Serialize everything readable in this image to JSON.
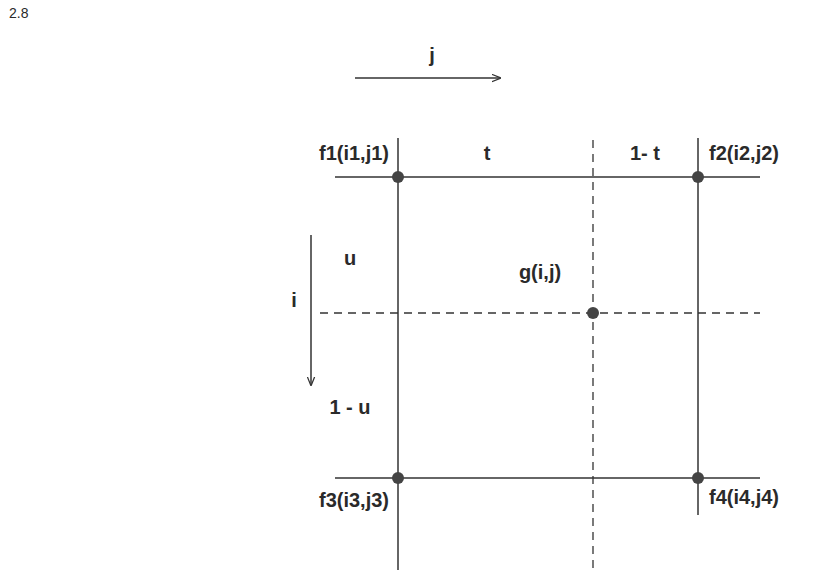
{
  "diagram": {
    "labels": [
      "2.8",
      "j",
      "f1(i1,j1)",
      "t",
      "1- t",
      "f2(i2,j2)",
      "u",
      "g(i,j)",
      "i",
      "1 - u",
      "f3(i3,j3)",
      "f4(i4,j4)"
    ]
  }
}
